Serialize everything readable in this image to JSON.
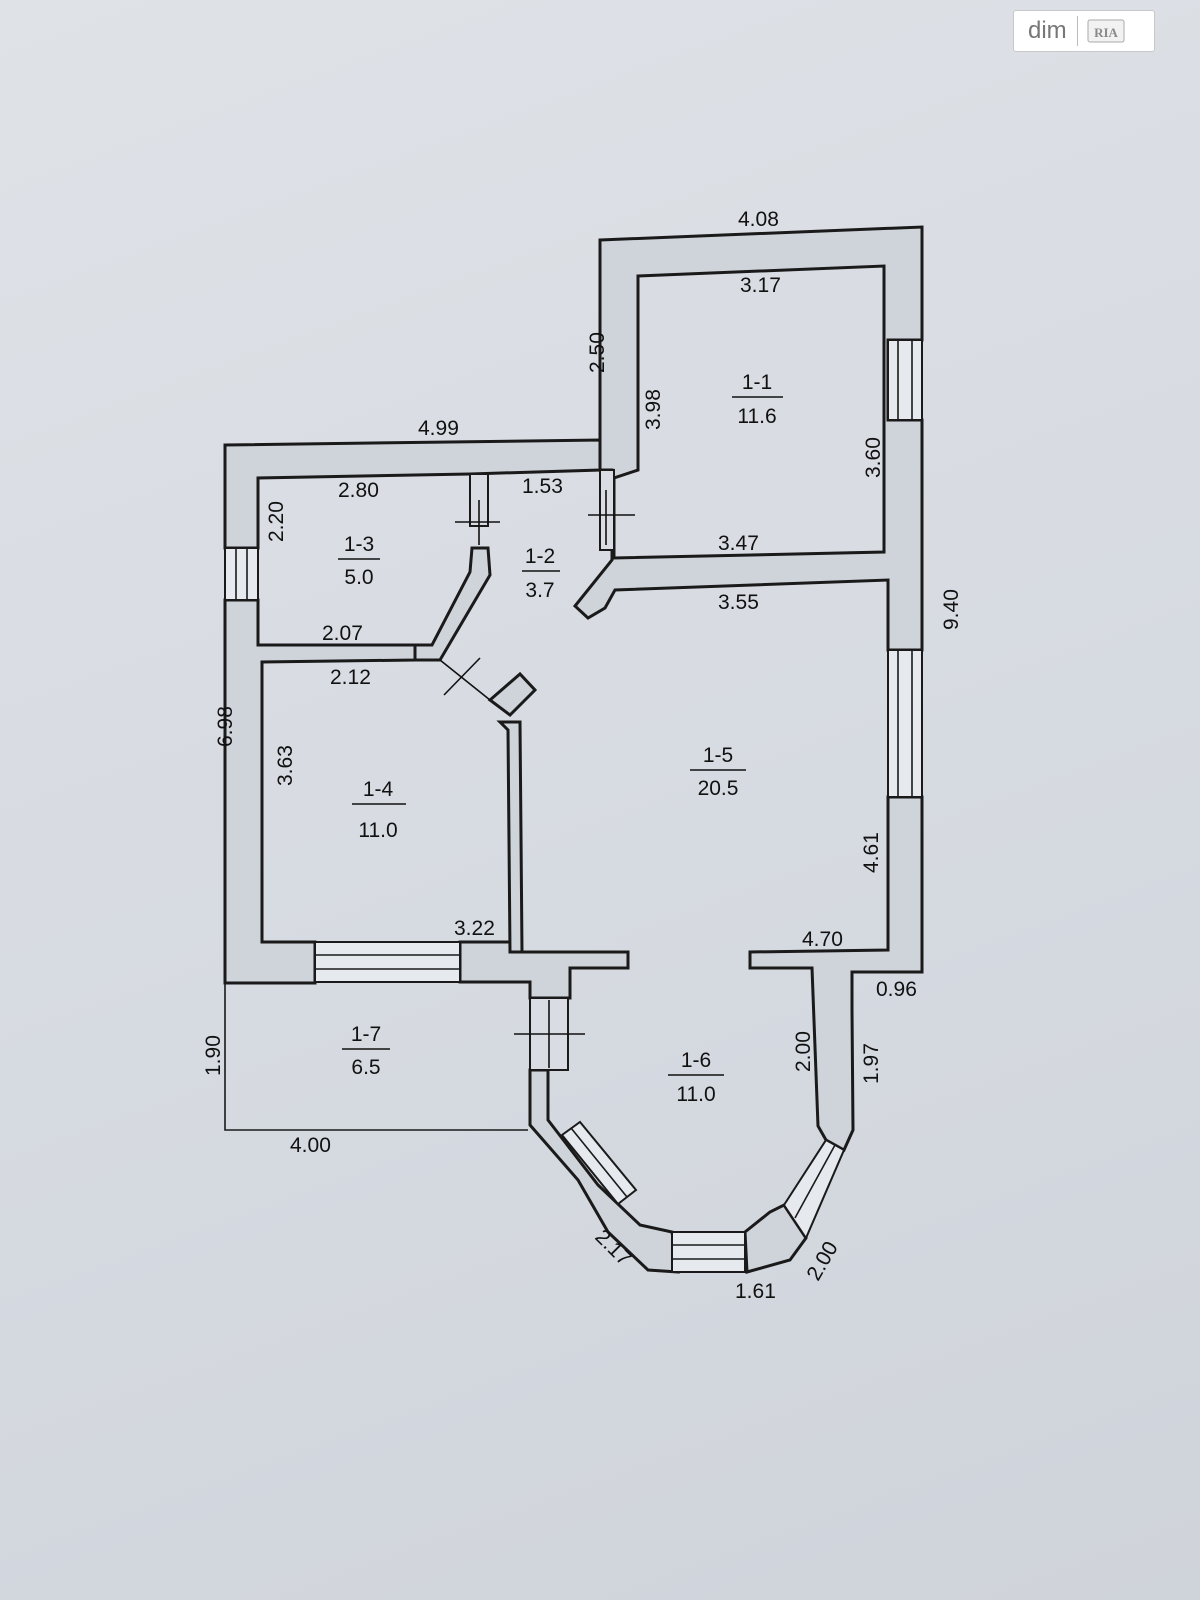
{
  "watermark": {
    "text": "dim",
    "logo": "RIA"
  },
  "rooms": [
    {
      "id": "1-1",
      "area": "11.6"
    },
    {
      "id": "1-2",
      "area": "3.7"
    },
    {
      "id": "1-3",
      "area": "5.0"
    },
    {
      "id": "1-4",
      "area": "11.0"
    },
    {
      "id": "1-5",
      "area": "20.5"
    },
    {
      "id": "1-6",
      "area": "11.0"
    },
    {
      "id": "1-7",
      "area": "6.5"
    }
  ],
  "dimensions": {
    "top_outer": "4.08",
    "r11_top": "3.17",
    "r11_left": "3.98",
    "r11_right": "3.60",
    "r11_bottom": "3.47",
    "step_height": "2.50",
    "upper_left_outer": "4.99",
    "r13_top": "2.80",
    "r13_left": "2.20",
    "r13_bottom": "2.07",
    "r12_top": "1.53",
    "r15_top": "3.55",
    "right_outer": "9.40",
    "r14_top": "2.12",
    "r14_left": "3.63",
    "r14_bottom": "3.22",
    "left_outer": "6.98",
    "r15_right": "4.61",
    "r15_bottom_right": "4.70",
    "notch": "0.96",
    "r16_left": "2.00",
    "r16_right_outer": "1.97",
    "r17_left": "1.90",
    "r17_bottom": "4.00",
    "bay_left": "2.17",
    "bay_bottom": "1.61",
    "bay_right": "2.00"
  }
}
